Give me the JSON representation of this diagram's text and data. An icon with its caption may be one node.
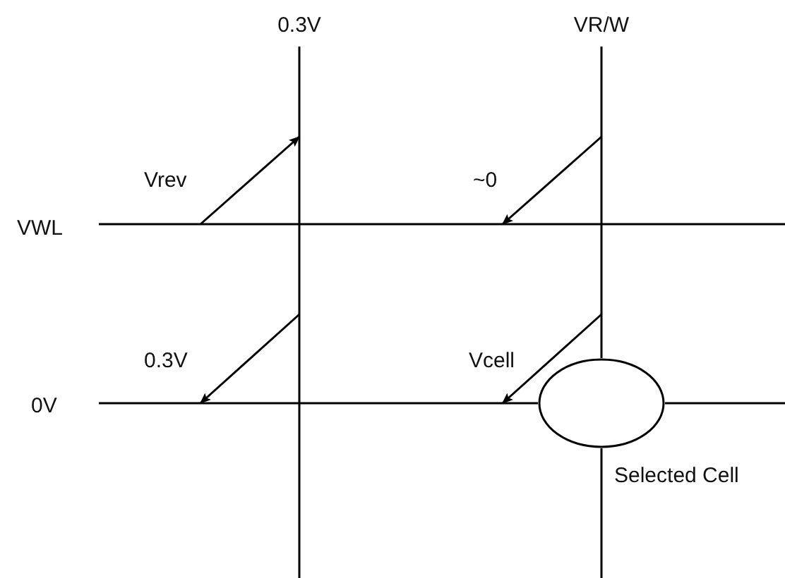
{
  "diagram": {
    "nodes": [
      {
        "text": [],
        "shape": "circle",
        "beside": [
          "Selected Cell"
        ]
      }
    ],
    "labels": [
      "0.3V",
      "VR/W",
      "Vrev",
      "~0",
      "VWL",
      "0.3V",
      "Vcell",
      "0V"
    ]
  }
}
